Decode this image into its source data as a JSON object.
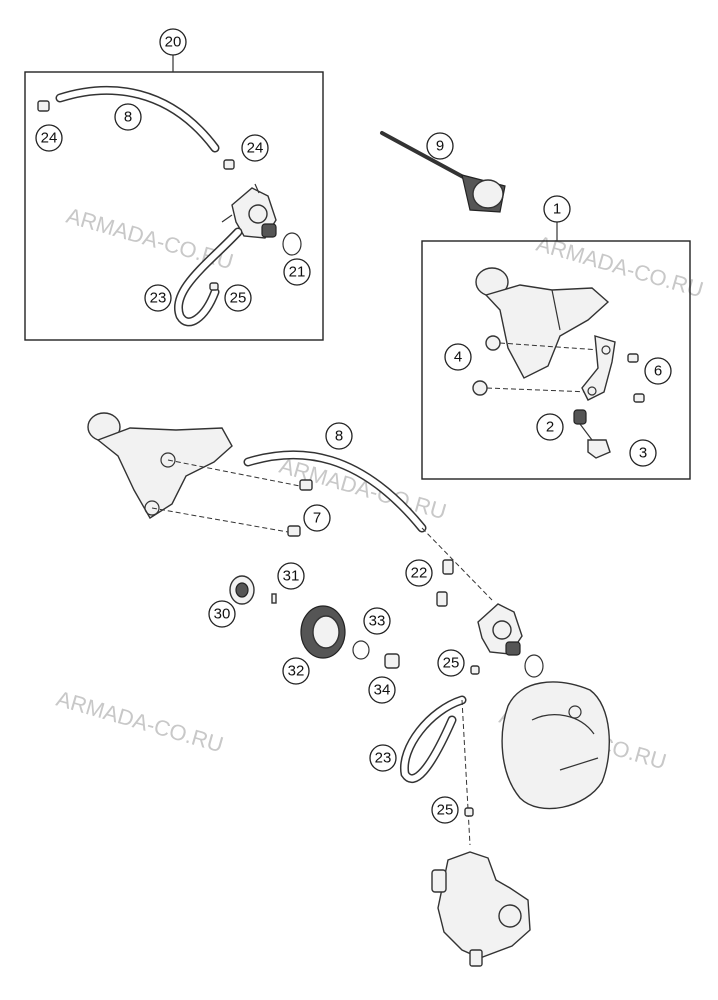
{
  "watermark": "ARMADA-CO.RU",
  "callouts": {
    "c20": "20",
    "c8a": "8",
    "c24a": "24",
    "c24b": "24",
    "c21": "21",
    "c23a": "23",
    "c25a": "25",
    "c9": "9",
    "c1": "1",
    "c4": "4",
    "c6": "6",
    "c2": "2",
    "c3": "3",
    "c8b": "8",
    "c7": "7",
    "c31": "31",
    "c22": "22",
    "c30": "30",
    "c33": "33",
    "c32": "32",
    "c25b": "25",
    "c34": "34",
    "c23b": "23",
    "c25c": "25"
  }
}
